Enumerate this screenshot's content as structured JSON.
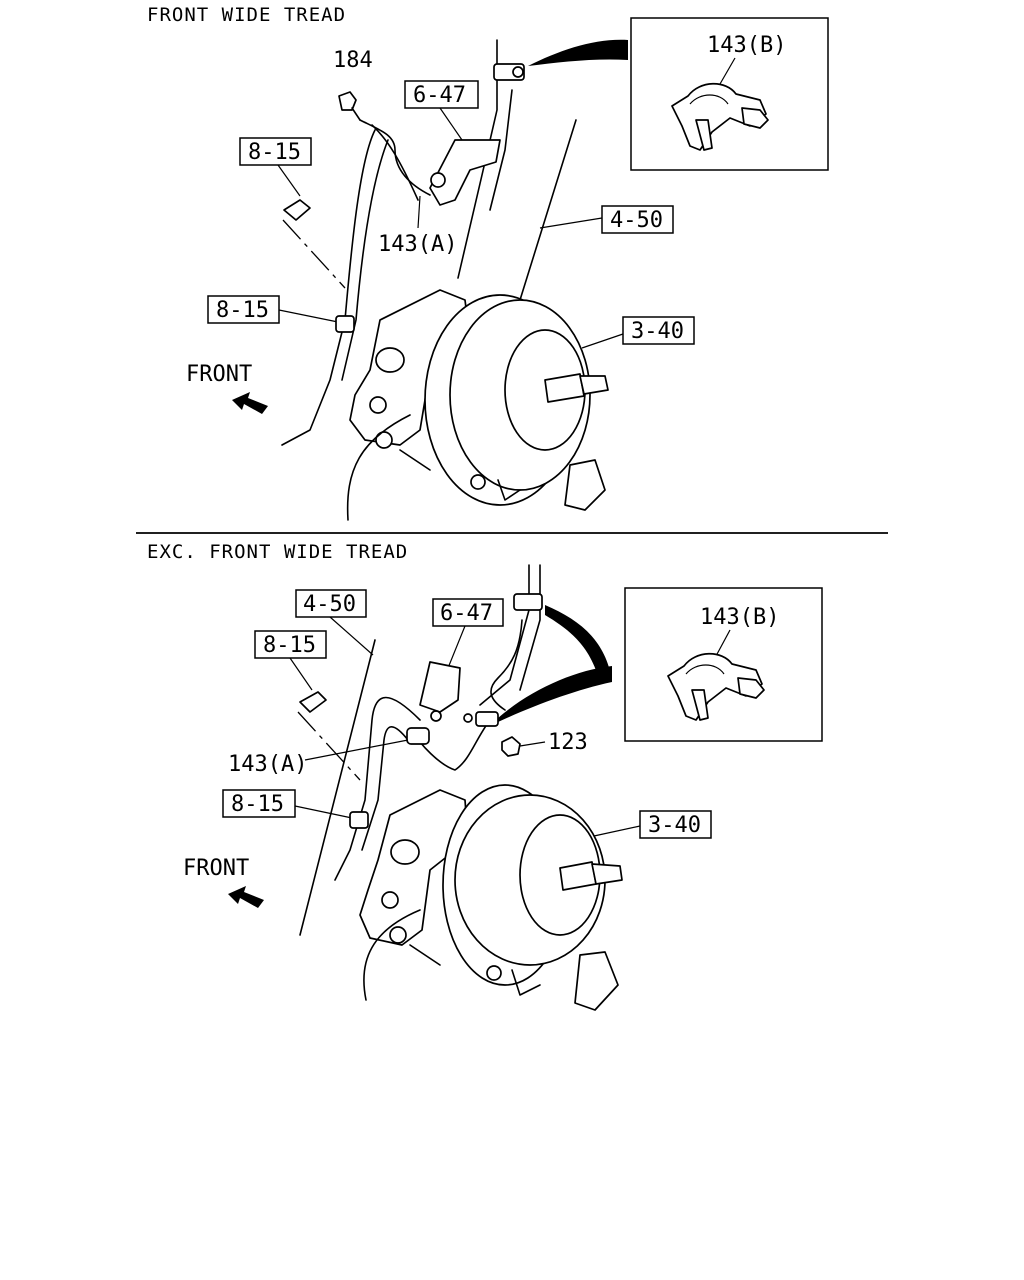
{
  "sections": [
    {
      "title": "FRONT WIDE TREAD",
      "labels": {
        "bolt_184": "184",
        "ref_6_47": "6-47",
        "ref_8_15_top": "8-15",
        "ref_4_50": "4-50",
        "clip_143a": "143(A)",
        "ref_8_15_mid": "8-15",
        "ref_3_40": "3-40",
        "front": "FRONT",
        "inset_143b": "143(B)"
      }
    },
    {
      "title": "EXC. FRONT WIDE TREAD",
      "labels": {
        "ref_4_50": "4-50",
        "ref_6_47": "6-47",
        "ref_8_15_top": "8-15",
        "clip_143a": "143(A)",
        "nut_123": "123",
        "ref_8_15_mid": "8-15",
        "ref_3_40": "3-40",
        "front": "FRONT",
        "inset_143b": "143(B)"
      }
    }
  ]
}
